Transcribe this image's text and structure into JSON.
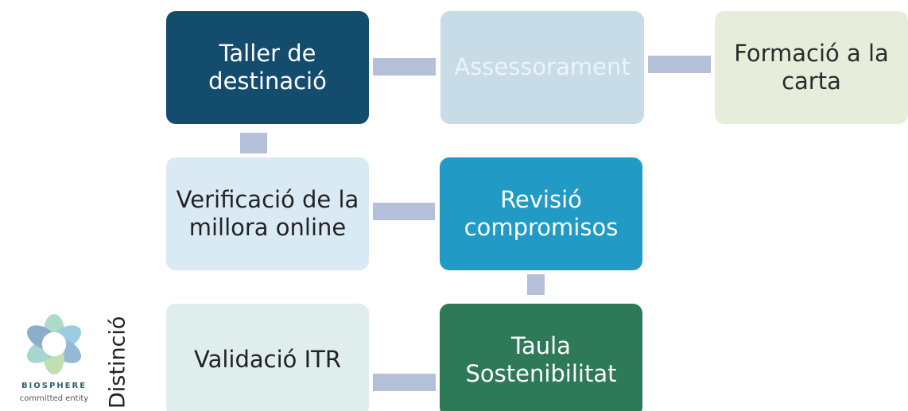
{
  "diagram": {
    "nodes": [
      {
        "id": "taller",
        "lines": [
          "Taller de",
          "destinació"
        ],
        "color": "#134c6d",
        "text_color": "#ffffff"
      },
      {
        "id": "assessorament",
        "lines": [
          "Assessorament"
        ],
        "color": "#c7dce6",
        "text_color": "#edf3f6"
      },
      {
        "id": "formacio",
        "lines": [
          "Formació a la",
          "carta"
        ],
        "color": "#e6edda",
        "text_color": "#2b2b2b"
      },
      {
        "id": "verificacio",
        "lines": [
          "Verificació de la",
          "millora online"
        ],
        "color": "#d9eaf4",
        "text_color": "#222222"
      },
      {
        "id": "revisio",
        "lines": [
          "Revisió",
          "compromisos"
        ],
        "color": "#229ac6",
        "text_color": "#ffffff"
      },
      {
        "id": "validacio",
        "lines": [
          "Validació ITR"
        ],
        "color": "#dfeded",
        "text_color": "#222222"
      },
      {
        "id": "taula",
        "lines": [
          "Taula",
          "Sostenibilitat"
        ],
        "color": "#2e7a58",
        "text_color": "#ffffff"
      }
    ],
    "connector_color": "#b4bfd8",
    "edges": [
      [
        "taller",
        "assessorament"
      ],
      [
        "assessorament",
        "formacio"
      ],
      [
        "taller",
        "verificacio"
      ],
      [
        "verificacio",
        "revisio"
      ],
      [
        "revisio",
        "taula"
      ],
      [
        "validacio",
        "taula"
      ]
    ]
  },
  "side_label": "Distinció",
  "logo": {
    "brand": "BIOSPHERE",
    "tagline": "committed entity",
    "icon": "biosphere-flower-icon"
  }
}
